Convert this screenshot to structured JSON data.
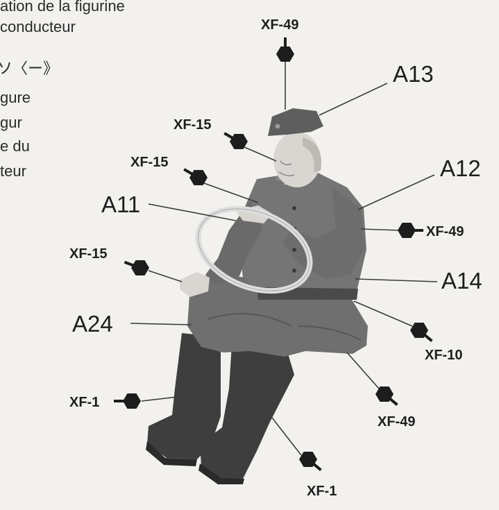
{
  "side_text": {
    "line1": "ation de la figurine",
    "line2": "conducteur",
    "line3": "ソ〈ー》",
    "line4": "gure",
    "line5": "gur",
    "line6": "e du",
    "line7": "teur"
  },
  "callouts": {
    "xf49_top": "XF-49",
    "a13": "A13",
    "xf15_a": "XF-15",
    "xf15_b": "XF-15",
    "a12": "A12",
    "a11": "A11",
    "xf49_right": "XF-49",
    "xf15_c": "XF-15",
    "a14": "A14",
    "a24": "A24",
    "xf10": "XF-10",
    "xf1_left": "XF-1",
    "xf49_bottom": "XF-49",
    "xf1_bottom": "XF-1"
  },
  "colors": {
    "paint_marker": "#1d1d1d",
    "uniform": "#6e6e6e",
    "boots": "#3e3e3e",
    "skin": "#d9d6d1",
    "ring": "#dedede"
  },
  "icons": {
    "paint_marker": "hexagon-nut-icon"
  }
}
